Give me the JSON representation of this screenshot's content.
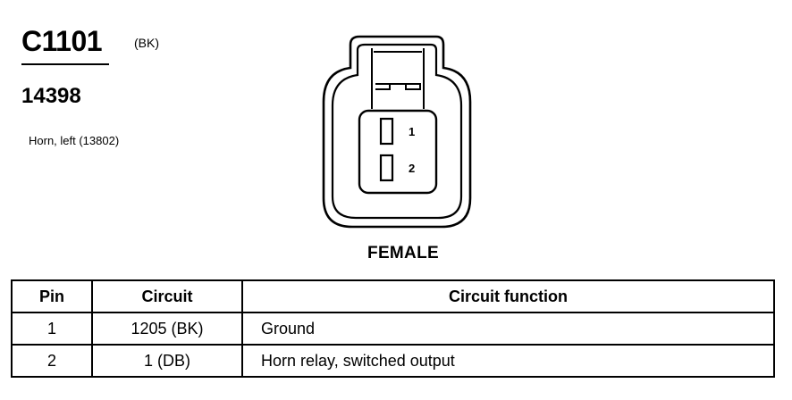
{
  "connector": {
    "id": "C1101",
    "color": "(BK)",
    "part_number": "14398",
    "description": "Horn, left (13802)",
    "view": "FEMALE",
    "pin_labels": [
      "1",
      "2"
    ]
  },
  "table": {
    "headers": {
      "pin": "Pin",
      "circuit": "Circuit",
      "function": "Circuit function"
    },
    "rows": [
      {
        "pin": "1",
        "circuit": "1205 (BK)",
        "function": "Ground"
      },
      {
        "pin": "2",
        "circuit": "1 (DB)",
        "function": "Horn relay, switched output"
      }
    ]
  }
}
